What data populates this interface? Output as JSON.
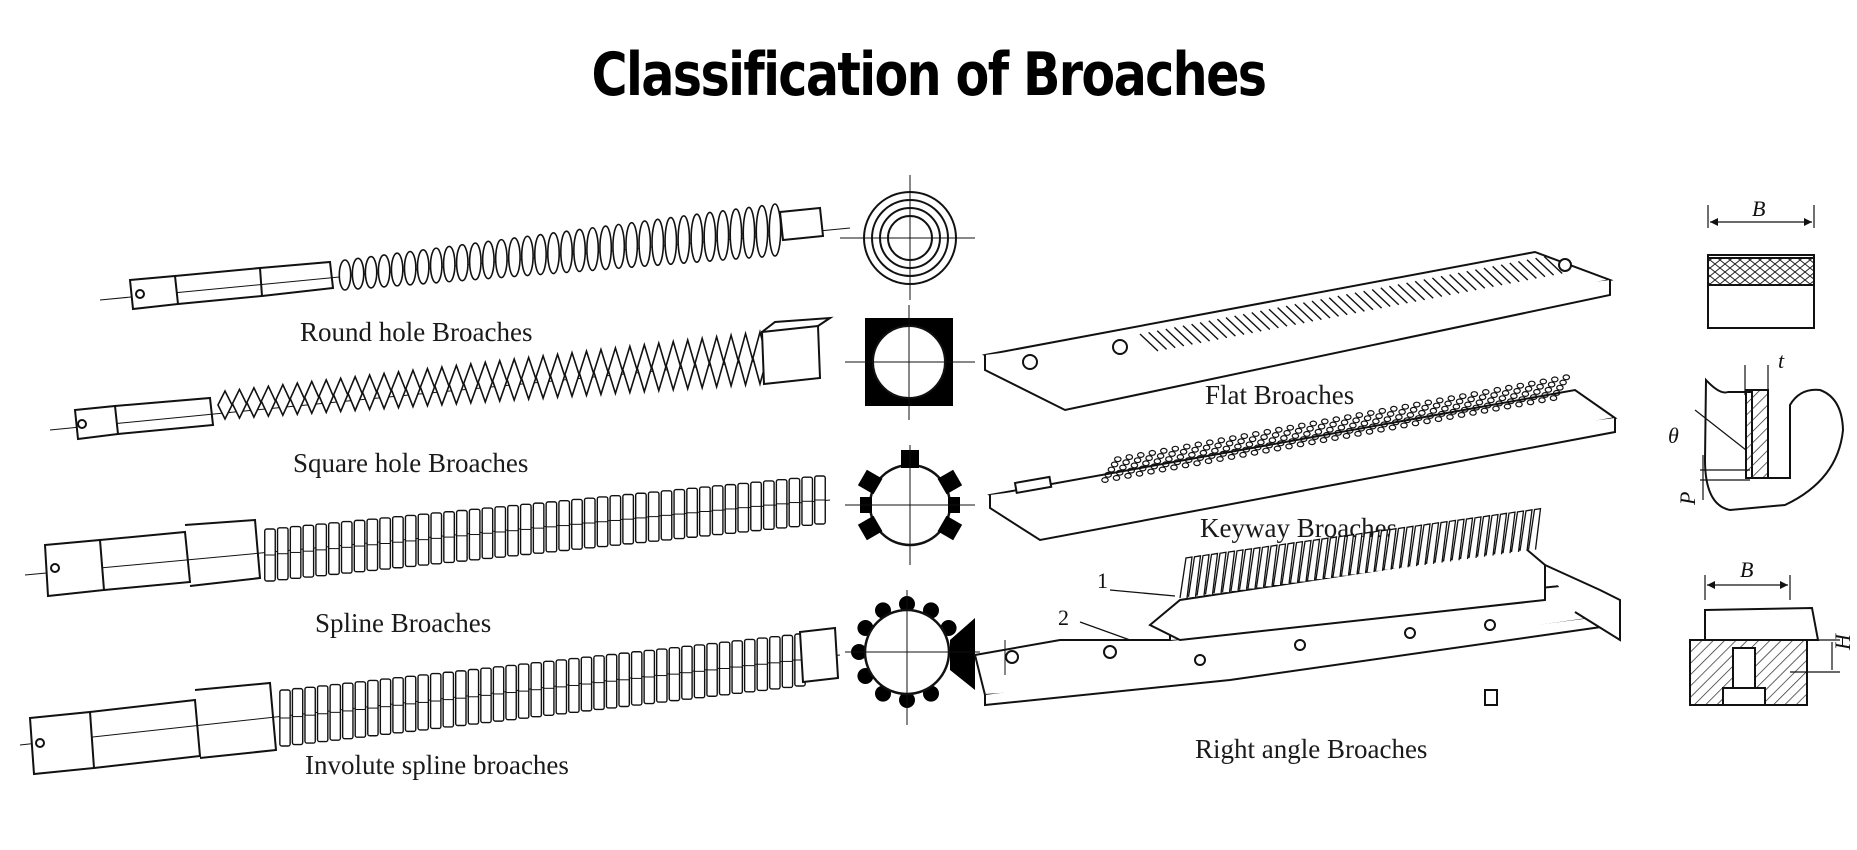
{
  "title": "Classification of Broaches",
  "labels": {
    "round_hole": "Round hole Broaches",
    "square_hole": "Square hole Broaches",
    "spline": "Spline Broaches",
    "involute_spline": "Involute spline broaches",
    "flat": "Flat Broaches",
    "keyway": "Keyway Broaches",
    "right_angle": "Right angle Broaches"
  },
  "part_numbers": {
    "n1": "1",
    "n2": "2"
  },
  "dimension_symbols": {
    "b_top": "B",
    "t": "t",
    "theta": "θ",
    "p": "P",
    "b_bottom": "B",
    "h": "H"
  }
}
